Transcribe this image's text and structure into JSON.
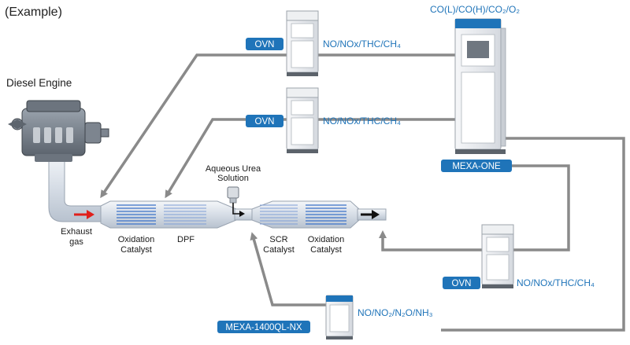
{
  "title": "(Example)",
  "engine": {
    "label": "Diesel Engine"
  },
  "exhaust": {
    "label_line1": "Exhaust",
    "label_line2": "gas"
  },
  "components": {
    "oxidation_catalyst_1": {
      "line1": "Oxidation",
      "line2": "Catalyst"
    },
    "dpf": {
      "line1": "DPF"
    },
    "urea": {
      "line1": "Aqueous Urea",
      "line2": "Solution"
    },
    "scr_catalyst": {
      "line1": "SCR",
      "line2": "Catalyst"
    },
    "oxidation_catalyst_2": {
      "line1": "Oxidation",
      "line2": "Catalyst"
    }
  },
  "analyzers": {
    "ovn_1": {
      "badge": "OVN",
      "gases": "NO/NOx/THC/CH₄"
    },
    "ovn_2": {
      "badge": "OVN",
      "gases": "NO/NOx/THC/CH₄"
    },
    "ovn_3": {
      "badge": "OVN",
      "gases": "NO/NOx/THC/CH₄"
    },
    "mexa_one": {
      "badge": "MEXA-ONE",
      "gases": "CO(L)/CO(H)/CO₂/O₂"
    },
    "mexa_1400": {
      "badge": "MEXA-1400QL-NX",
      "gases": "NO/NO₂/N₂O/NH₃"
    }
  },
  "colors": {
    "badge_blue": "#1f74b9",
    "pipe_gray": "#8a8a8a",
    "arrow_red": "#e0201b",
    "catalyst_blue": "#3b72c8"
  }
}
